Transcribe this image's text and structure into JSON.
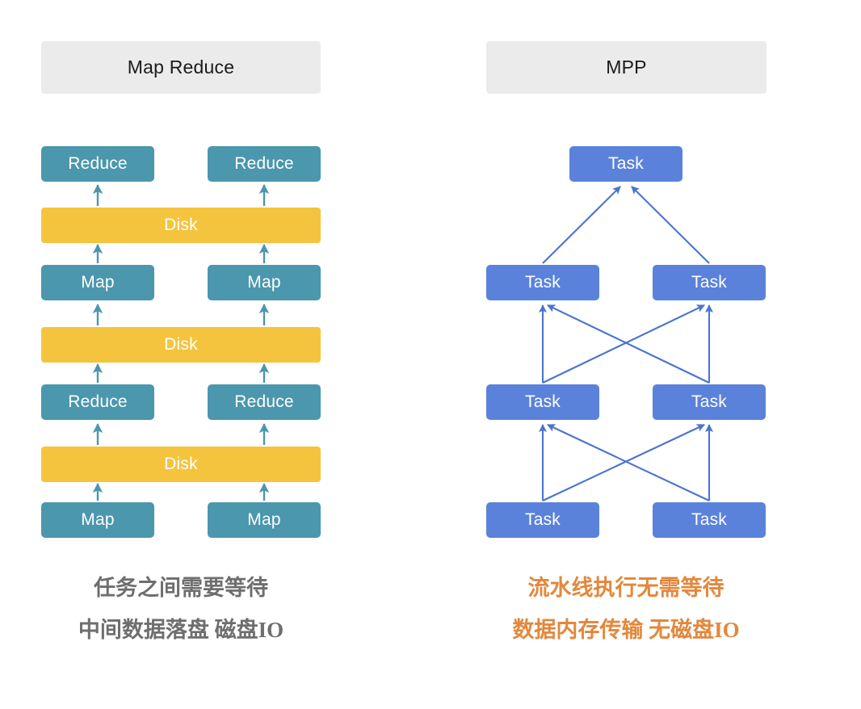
{
  "diagram": {
    "title_left": "Map Reduce",
    "title_right": "MPP",
    "colors": {
      "header_bg": "#ebebeb",
      "teal": "#4b97ad",
      "disk_yellow": "#f5c43e",
      "blue": "#5b82db",
      "caption_gray": "#6e6e6e",
      "caption_orange": "#e2883c",
      "page_bg": "#ffffff"
    }
  },
  "mapreduce": {
    "header": "Map Reduce",
    "nodes": [
      {
        "label": "Reduce",
        "kind": "teal",
        "row": 0,
        "col": "left"
      },
      {
        "label": "Reduce",
        "kind": "teal",
        "row": 0,
        "col": "right"
      },
      {
        "label": "Disk",
        "kind": "disk",
        "row": 1,
        "col": "full"
      },
      {
        "label": "Map",
        "kind": "teal",
        "row": 2,
        "col": "left"
      },
      {
        "label": "Map",
        "kind": "teal",
        "row": 2,
        "col": "right"
      },
      {
        "label": "Disk",
        "kind": "disk",
        "row": 3,
        "col": "full"
      },
      {
        "label": "Reduce",
        "kind": "teal",
        "row": 4,
        "col": "left"
      },
      {
        "label": "Reduce",
        "kind": "teal",
        "row": 4,
        "col": "right"
      },
      {
        "label": "Disk",
        "kind": "disk",
        "row": 5,
        "col": "full"
      },
      {
        "label": "Map",
        "kind": "teal",
        "row": 6,
        "col": "left"
      },
      {
        "label": "Map",
        "kind": "teal",
        "row": 6,
        "col": "right"
      }
    ],
    "caption_line1": "任务之间需要等待",
    "caption_line2": "中间数据落盘 磁盘IO"
  },
  "mpp": {
    "header": "MPP",
    "nodes": [
      {
        "label": "Task",
        "kind": "blue",
        "row": 0,
        "col": "center"
      },
      {
        "label": "Task",
        "kind": "blue",
        "row": 1,
        "col": "left"
      },
      {
        "label": "Task",
        "kind": "blue",
        "row": 1,
        "col": "right"
      },
      {
        "label": "Task",
        "kind": "blue",
        "row": 2,
        "col": "left"
      },
      {
        "label": "Task",
        "kind": "blue",
        "row": 2,
        "col": "right"
      },
      {
        "label": "Task",
        "kind": "blue",
        "row": 3,
        "col": "left"
      },
      {
        "label": "Task",
        "kind": "blue",
        "row": 3,
        "col": "right"
      }
    ],
    "caption_line1": "流水线执行无需等待",
    "caption_line2": "数据内存传输 无磁盘IO"
  }
}
